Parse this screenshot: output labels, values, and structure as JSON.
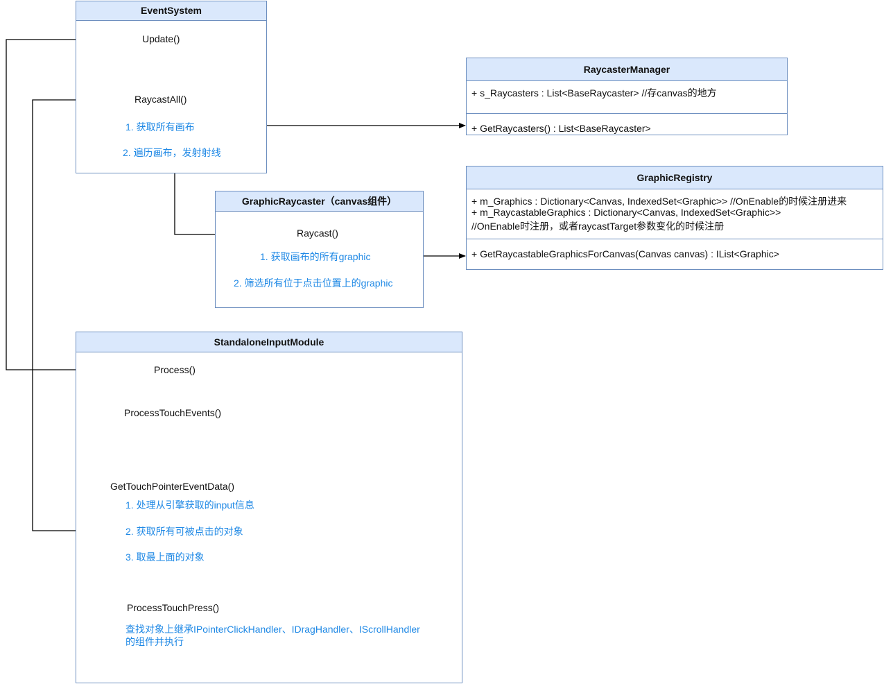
{
  "event_system": {
    "title": "EventSystem",
    "update": "Update()",
    "raycast_all": "RaycastAll()",
    "step1": "1. 获取所有画布",
    "step2": "2. 遍历画布，发射射线"
  },
  "raycaster_manager": {
    "title": "RaycasterManager",
    "field": "+ s_Raycasters : List<BaseRaycaster> //存canvas的地方",
    "method": "+ GetRaycasters() : List<BaseRaycaster>"
  },
  "graphic_registry": {
    "title": "GraphicRegistry",
    "field1": "+ m_Graphics : Dictionary<Canvas, IndexedSet<Graphic>> //OnEnable的时候注册进来",
    "field2": "+ m_RaycastableGraphics : Dictionary<Canvas, IndexedSet<Graphic>>",
    "field3": "//OnEnable时注册，或者raycastTarget参数变化的时候注册",
    "method": "+ GetRaycastableGraphicsForCanvas(Canvas canvas) : IList<Graphic>"
  },
  "graphic_raycaster": {
    "title": "GraphicRaycaster（canvas组件）",
    "raycast": "Raycast()",
    "step1": "1. 获取画布的所有graphic",
    "step2": "2. 筛选所有位于点击位置上的graphic"
  },
  "standalone_input_module": {
    "title": "StandaloneInputModule",
    "process": "Process()",
    "process_touch_events": "ProcessTouchEvents()",
    "get_touch_pointer_event_data": "GetTouchPointerEventData()",
    "step1": "1. 处理从引擎获取的input信息",
    "step2": "2. 获取所有可被点击的对象",
    "step3": "3. 取最上面的对象",
    "process_touch_press": "ProcessTouchPress()",
    "press_desc1": "查找对象上继承IPointerClickHandler、IDragHandler、IScrollHandler",
    "press_desc2": "的组件并执行"
  },
  "colors": {
    "header_fill": "#dae8fc",
    "border": "#6c8ebf",
    "annotation_text": "#1e88e5"
  }
}
